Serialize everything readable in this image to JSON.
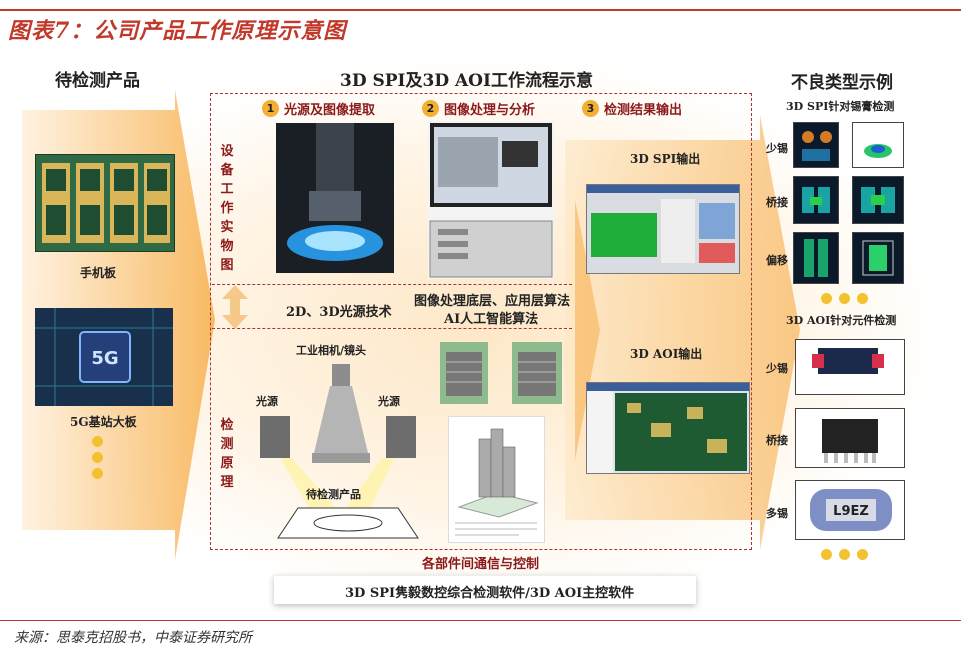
{
  "figure_title": "图表7：公司产品工作原理示意图",
  "source": "来源：思泰克招股书，中泰证券研究所",
  "left": {
    "title": "待检测产品",
    "items": [
      "手机板",
      "5G基站大板"
    ],
    "chip_label": "5G"
  },
  "center": {
    "title": "3D SPI及3D AOI工作流程示意",
    "steps": [
      {
        "num": "1",
        "label": "光源及图像提取"
      },
      {
        "num": "2",
        "label": "图像处理与分析"
      },
      {
        "num": "3",
        "label": "检测结果输出"
      }
    ],
    "section_equipment": "设备工作实物图",
    "section_principle": "检测原理",
    "middle_band": {
      "light_tech": "2D、3D光源技术",
      "algo_line1": "图像处理底层、应用层算法",
      "algo_line2": "AI人工智能算法"
    },
    "principle": {
      "camera": "工业相机/镜头",
      "light_left": "光源",
      "light_right": "光源",
      "product": "待检测产品"
    },
    "outputs": {
      "spi": "3D SPI输出",
      "aoi": "3D AOI输出"
    },
    "comm": "各部件间通信与控制",
    "software": "3D SPI隽毅数控综合检测软件/3D AOI主控软件"
  },
  "right": {
    "title": "不良类型示例",
    "spi_title": "3D SPI针对锡膏检测",
    "spi_items": [
      "少锡",
      "桥接",
      "偏移"
    ],
    "aoi_title": "3D AOI针对元件检测",
    "aoi_items": [
      "少锡",
      "桥接",
      "多锡"
    ],
    "chip_text": "L9EZ"
  },
  "colors": {
    "accent": "#c0392b",
    "dash": "#aa3333",
    "dot": "#f2c230",
    "arrow": "#f6b656"
  }
}
